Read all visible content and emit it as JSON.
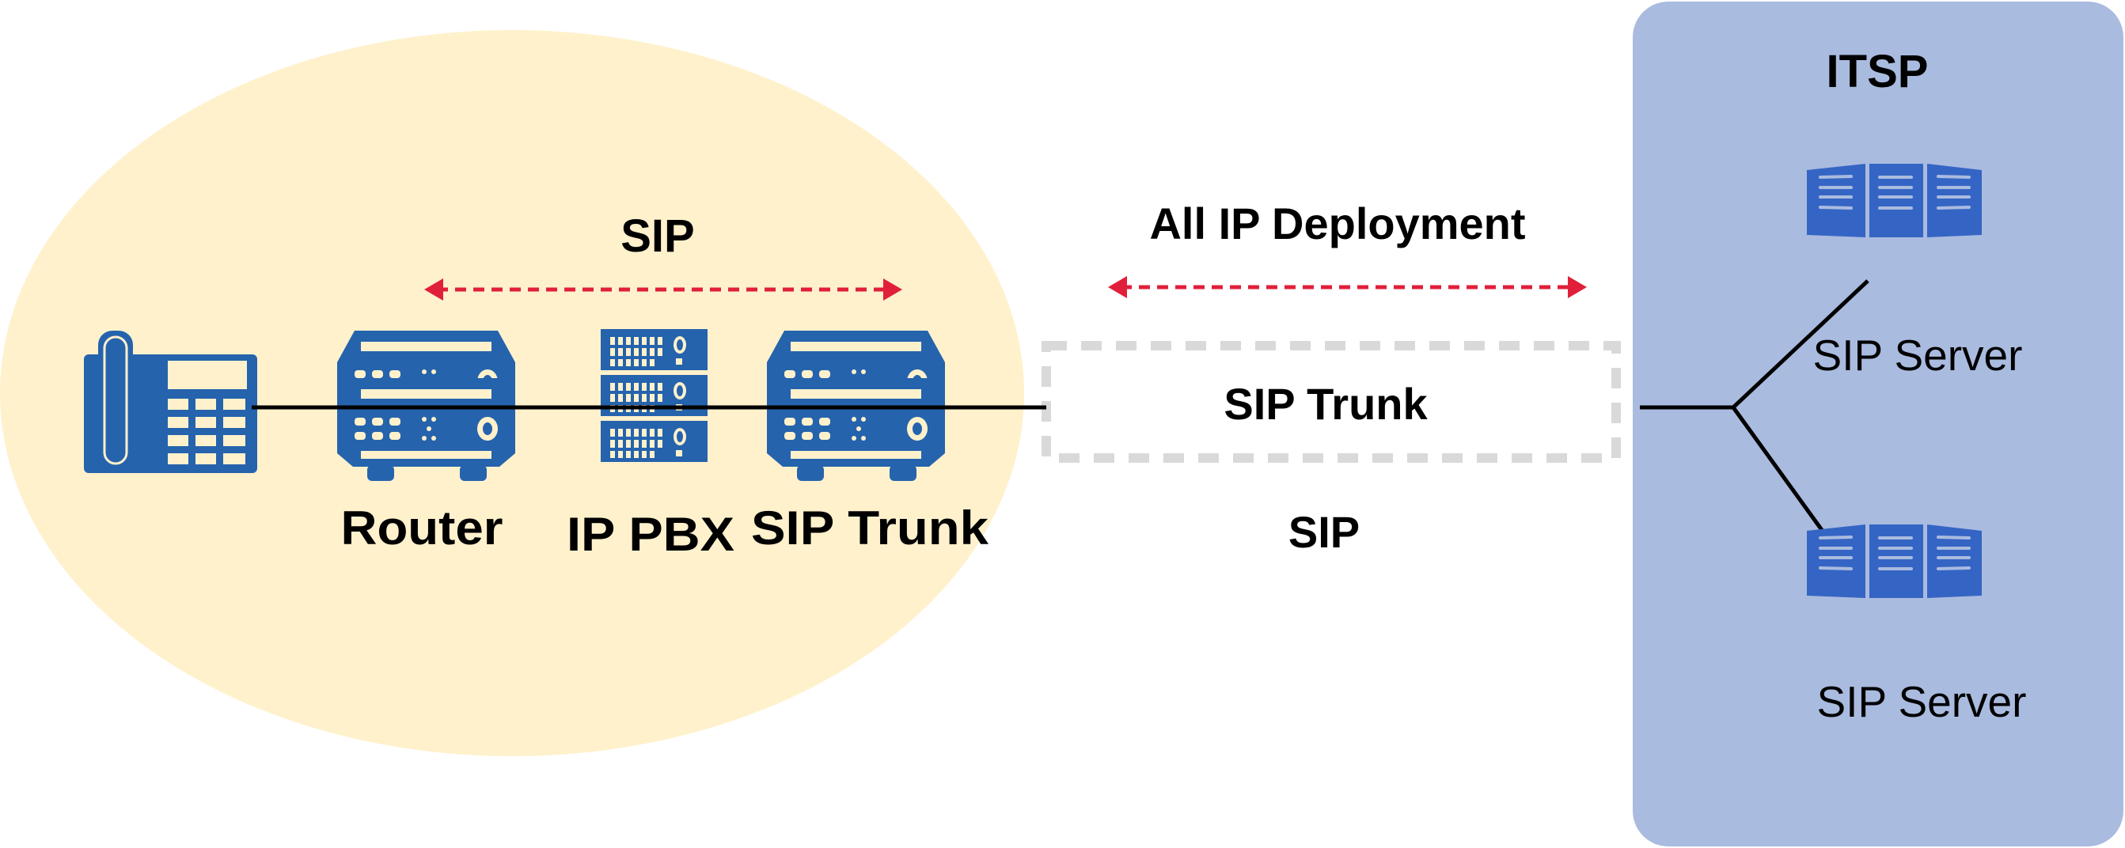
{
  "colors": {
    "lan_zone": "#fff1cc",
    "itsp_zone": "#a9bbdf",
    "device_blue": "#2563ad",
    "server_blue": "#3565c4",
    "arrow_red": "#e0203a",
    "trunk_dash": "#d9d9d9"
  },
  "lan": {
    "protocol_label": "SIP",
    "devices": [
      {
        "label": "",
        "icon": "desk-phone-icon"
      },
      {
        "label": "Router",
        "icon": "router-icon"
      },
      {
        "label": "IP PBX",
        "icon": "ip-pbx-icon"
      },
      {
        "label": "SIP Trunk",
        "icon": "sip-trunk-device-icon"
      }
    ]
  },
  "middle": {
    "deployment_label": "All IP Deployment",
    "trunk_label": "SIP Trunk",
    "protocol_label": "SIP"
  },
  "itsp": {
    "title": "ITSP",
    "servers": [
      {
        "label": "SIP Server",
        "icon": "server-icon"
      },
      {
        "label": "SIP Server",
        "icon": "server-icon"
      }
    ]
  }
}
